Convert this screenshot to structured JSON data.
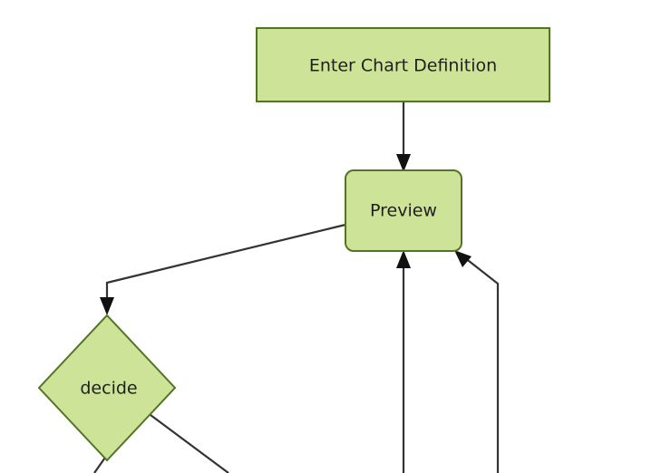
{
  "diagram": {
    "type": "flowchart",
    "orientation": "top-down",
    "background_color": "#ffffff",
    "node_fill_color": "#cde498",
    "node_stroke_color": "#527525",
    "edge_color": "#333333",
    "label_color": "#1f1f1f",
    "cropped": "bottom",
    "nodes": [
      {
        "id": "enter",
        "label": "Enter Chart Definition",
        "shape": "rectangle"
      },
      {
        "id": "preview",
        "label": "Preview",
        "shape": "rounded-rectangle"
      },
      {
        "id": "decide",
        "label": "decide",
        "shape": "diamond"
      }
    ],
    "edges": [
      {
        "from": "enter",
        "to": "preview",
        "label": ""
      },
      {
        "from": "preview",
        "to": "decide",
        "label": ""
      },
      {
        "from": "offscreen-below-center",
        "to": "preview",
        "label": ""
      },
      {
        "from": "offscreen-below-right",
        "to": "preview",
        "label": ""
      },
      {
        "from": "decide",
        "to": "offscreen-below-left",
        "label": ""
      },
      {
        "from": "decide",
        "to": "offscreen-below-right",
        "label": ""
      }
    ]
  }
}
